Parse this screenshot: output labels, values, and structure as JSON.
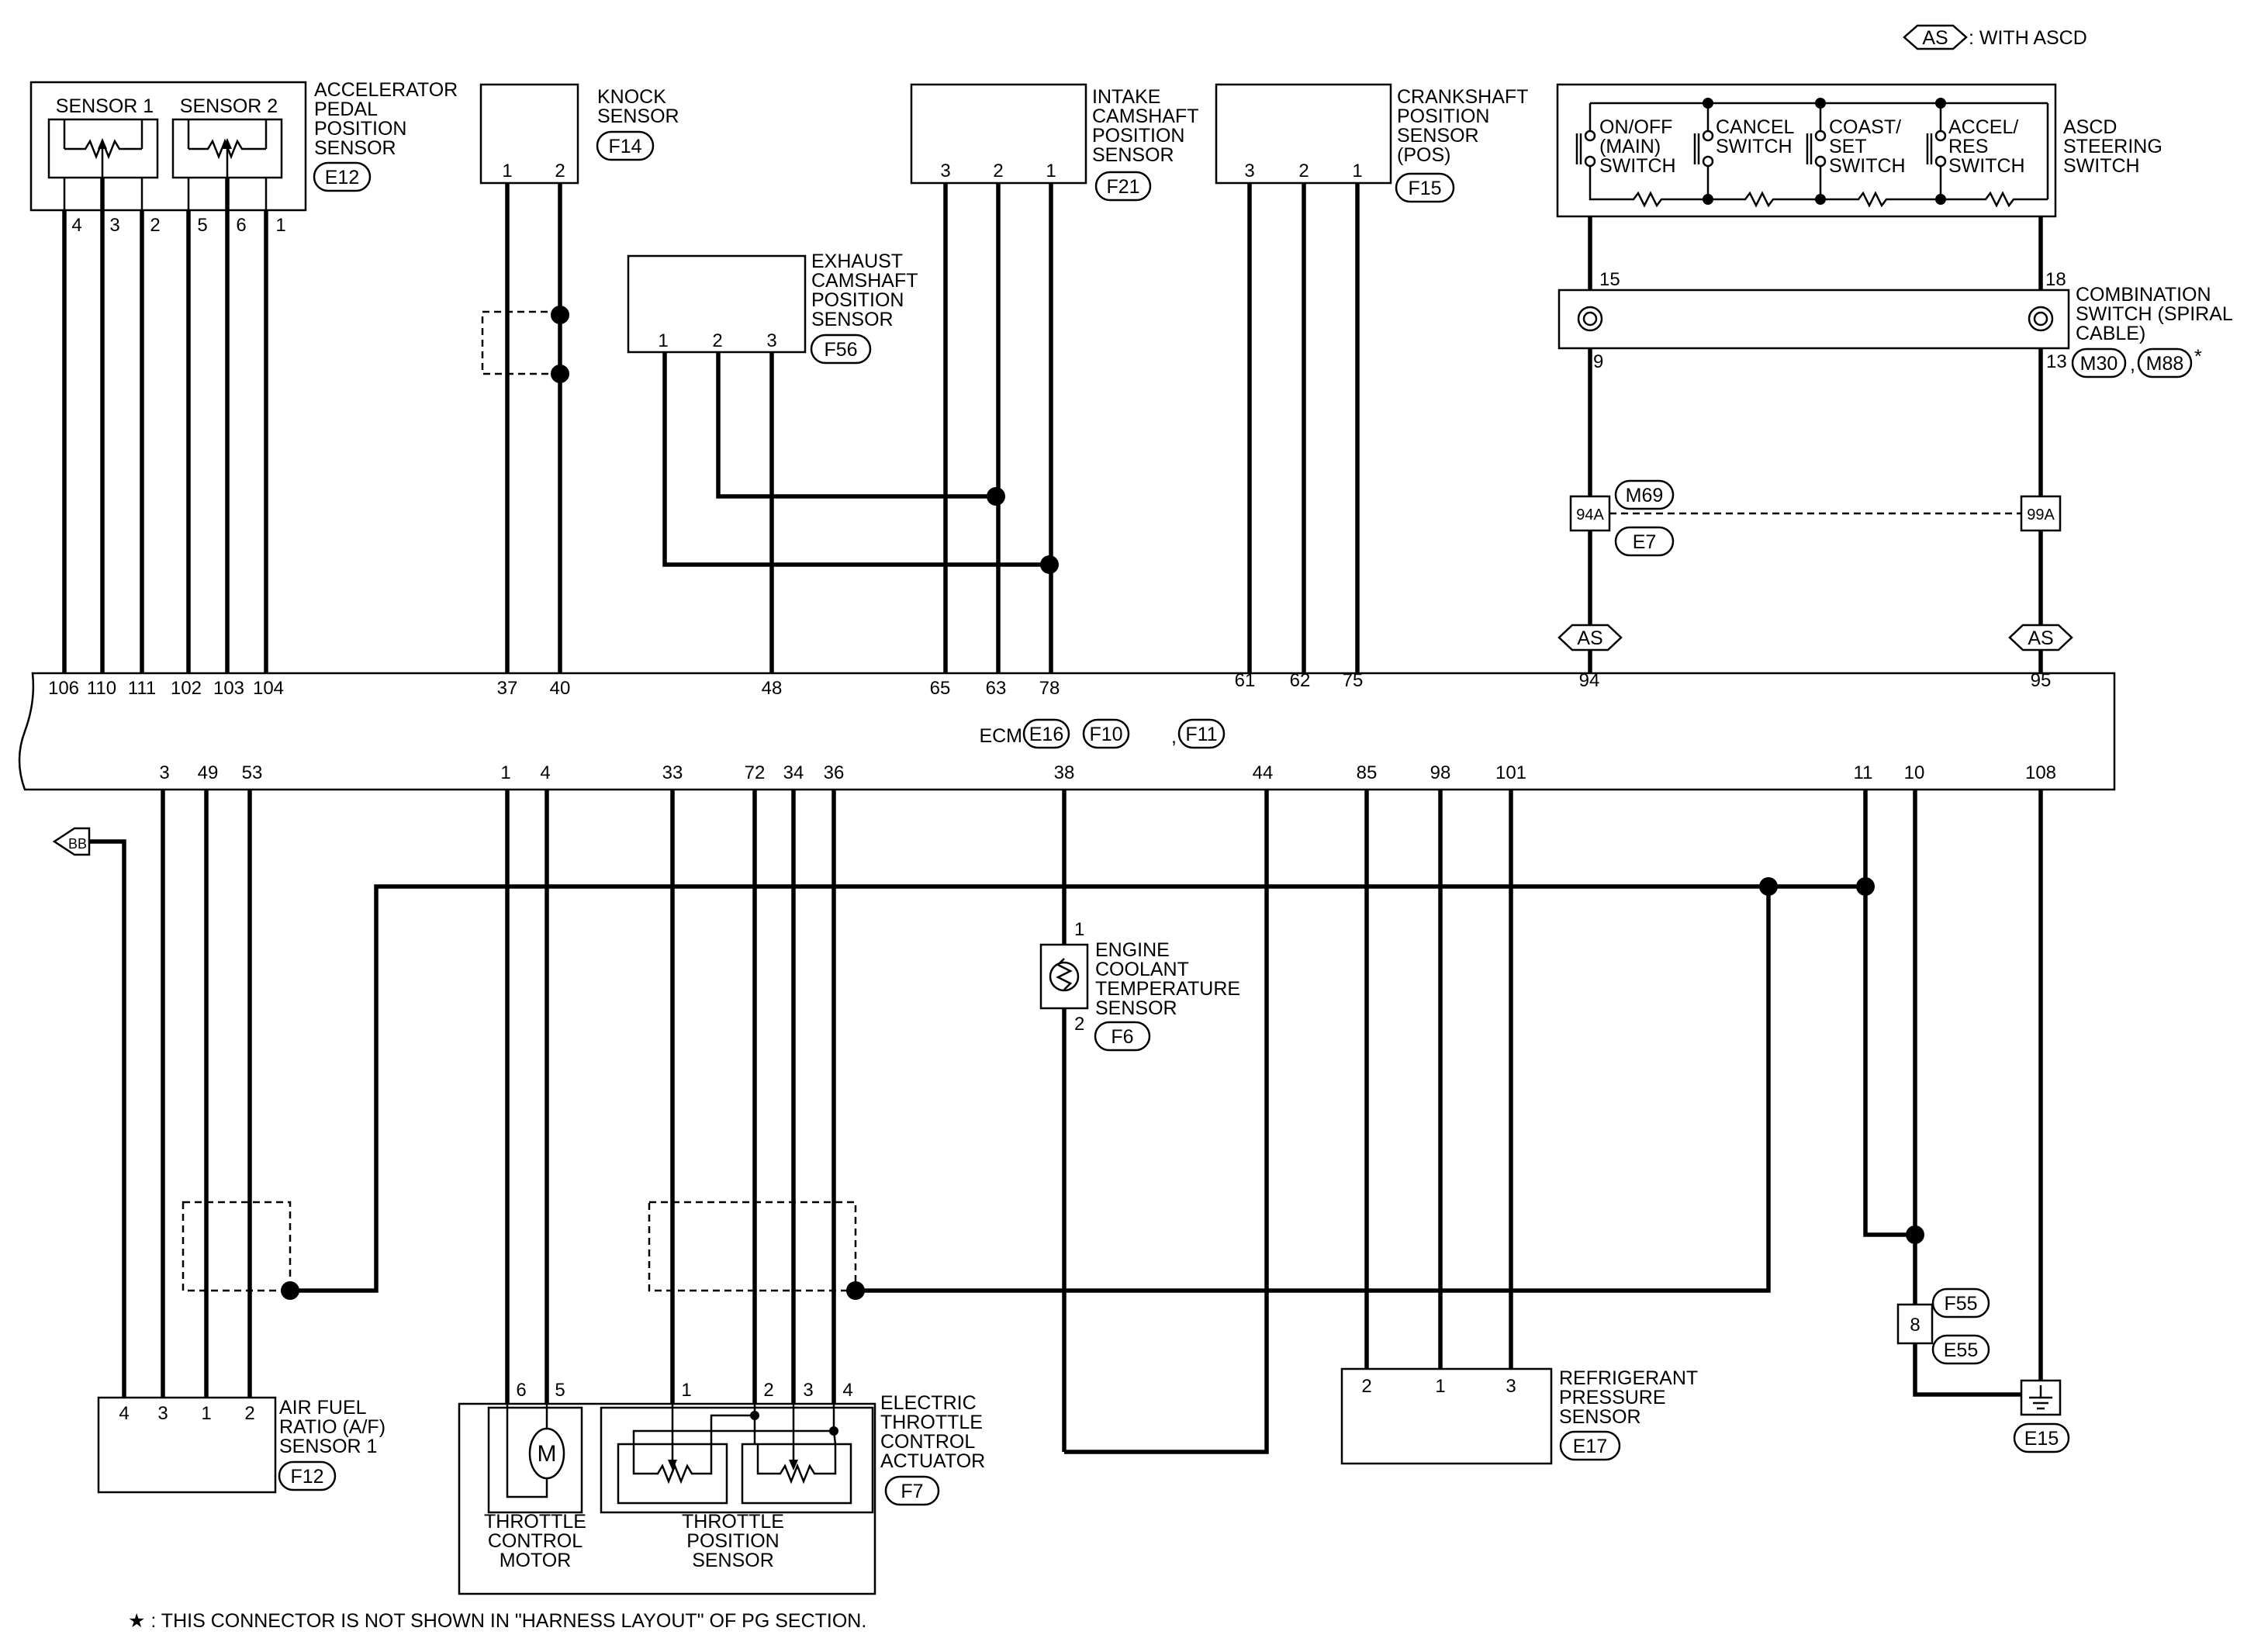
{
  "legend": {
    "as_tag": "AS",
    "as_text": ": WITH ASCD"
  },
  "ecm": {
    "label": "ECM",
    "connectors": [
      "E16",
      "F10",
      "F11"
    ],
    "sep1": ",",
    "sep2": ",",
    "top_pins": [
      "106",
      "110",
      "111",
      "102",
      "103",
      "104",
      "37",
      "40",
      "48",
      "65",
      "63",
      "78",
      "61",
      "62",
      "75",
      "94",
      "95"
    ],
    "bottom_pins": [
      "3",
      "49",
      "53",
      "1",
      "4",
      "33",
      "72",
      "34",
      "36",
      "38",
      "44",
      "85",
      "98",
      "101",
      "11",
      "10",
      "108"
    ]
  },
  "app_sensor": {
    "title": [
      "ACCELERATOR",
      "PEDAL",
      "POSITION",
      "SENSOR"
    ],
    "connector": "E12",
    "sub1": "SENSOR 1",
    "sub2": "SENSOR 2",
    "pins": [
      "4",
      "3",
      "2",
      "5",
      "6",
      "1"
    ]
  },
  "knock_sensor": {
    "title": [
      "KNOCK",
      "SENSOR"
    ],
    "connector": "F14",
    "pins": [
      "1",
      "2"
    ]
  },
  "exhaust_cmp": {
    "title": [
      "EXHAUST",
      "CAMSHAFT",
      "POSITION",
      "SENSOR"
    ],
    "connector": "F56",
    "pins": [
      "1",
      "2",
      "3"
    ]
  },
  "intake_cmp": {
    "title": [
      "INTAKE",
      "CAMSHAFT",
      "POSITION",
      "SENSOR"
    ],
    "connector": "F21",
    "pins": [
      "3",
      "2",
      "1"
    ]
  },
  "ckp_sensor": {
    "title": [
      "CRANKSHAFT",
      "POSITION",
      "SENSOR",
      "(POS)"
    ],
    "connector": "F15",
    "pins": [
      "3",
      "2",
      "1"
    ]
  },
  "ascd_switch": {
    "title": [
      "ASCD",
      "STEERING",
      "SWITCH"
    ],
    "switches": [
      [
        "ON/OFF",
        "(MAIN)",
        "SWITCH"
      ],
      [
        "CANCEL",
        "SWITCH"
      ],
      [
        "COAST/",
        "SET",
        "SWITCH"
      ],
      [
        "ACCEL/",
        "RES",
        "SWITCH"
      ]
    ]
  },
  "combo_switch": {
    "title": [
      "COMBINATION",
      "SWITCH (SPIRAL",
      "CABLE)"
    ],
    "pins": [
      "15",
      "18",
      "9",
      "13"
    ],
    "connectors": [
      "M30",
      "M88"
    ],
    "sep": ",",
    "star": "*"
  },
  "joint": {
    "top_conn": "M69",
    "bottom_conn": "E7",
    "left_pin": "94A",
    "right_pin": "99A"
  },
  "af_sensor": {
    "title": [
      "AIR FUEL",
      "RATIO (A/F)",
      "SENSOR 1"
    ],
    "connector": "F12",
    "pins": [
      "4",
      "3",
      "1",
      "2"
    ]
  },
  "throttle_actuator": {
    "title": [
      "ELECTRIC",
      "THROTTLE",
      "CONTROL",
      "ACTUATOR"
    ],
    "connector": "F7",
    "motor_label": [
      "THROTTLE",
      "CONTROL",
      "MOTOR"
    ],
    "motor_symbol": "M",
    "tps_label": [
      "THROTTLE",
      "POSITION",
      "SENSOR"
    ],
    "pins": [
      "6",
      "5",
      "1",
      "2",
      "3",
      "4"
    ]
  },
  "ect_sensor": {
    "title": [
      "ENGINE",
      "COOLANT",
      "TEMPERATURE",
      "SENSOR"
    ],
    "connector": "F6",
    "pins": [
      "1",
      "2"
    ]
  },
  "refrig_sensor": {
    "title": [
      "REFRIGERANT",
      "PRESSURE",
      "SENSOR"
    ],
    "connector": "E17",
    "pins": [
      "2",
      "1",
      "3"
    ]
  },
  "ground": {
    "connector": "E15",
    "joint_pin": "8",
    "joint_top": "F55",
    "joint_bottom": "E55"
  },
  "bb_tag": "BB",
  "footnote": "★ : THIS CONNECTOR IS NOT SHOWN IN \"HARNESS LAYOUT\" OF PG SECTION."
}
